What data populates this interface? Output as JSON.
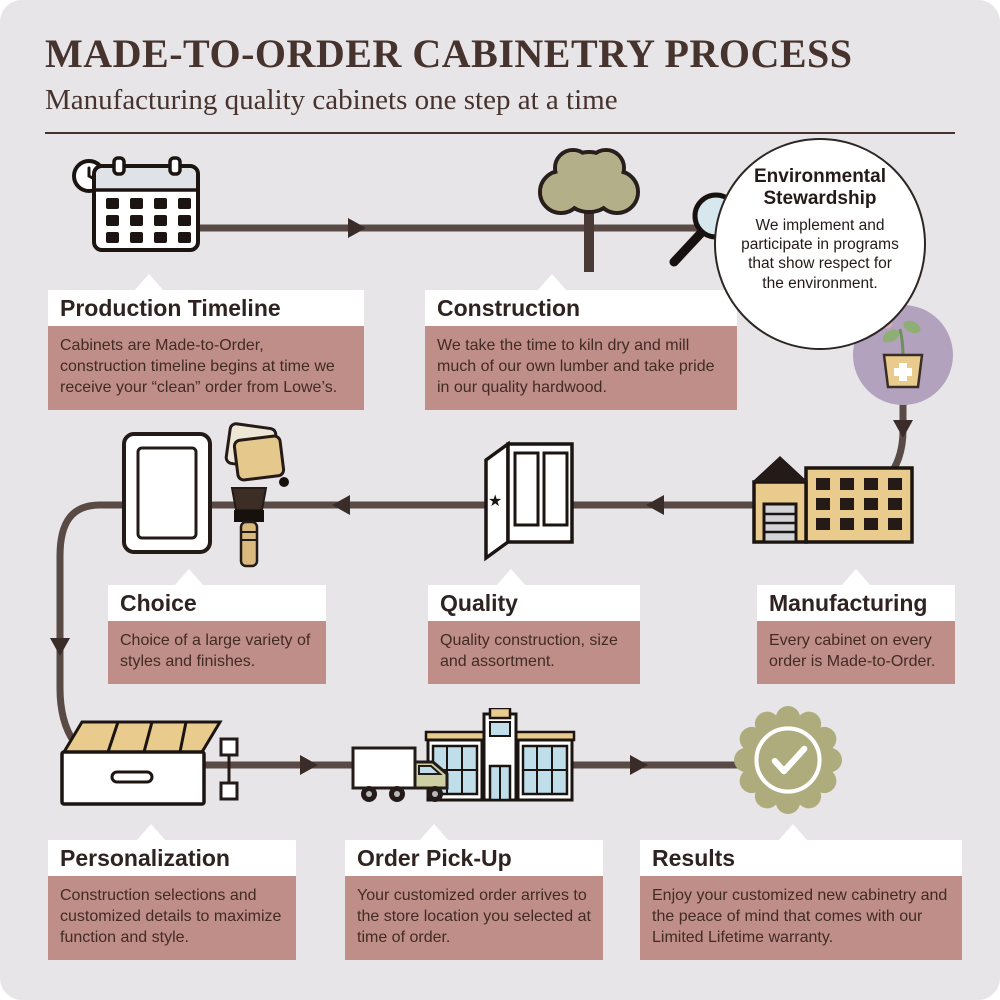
{
  "header": {
    "title": "MADE-TO-ORDER CABINETRY PROCESS",
    "subtitle": "Manufacturing quality cabinets one step at a time"
  },
  "bubble": {
    "title": "Environmental Stewardship",
    "description": "We implement and participate in programs that show respect for the environment."
  },
  "steps": [
    {
      "id": "production-timeline",
      "title": "Production Timeline",
      "description": "Cabinets are Made-to-Order, construction timeline begins at time we receive your “clean” order from Lowe’s."
    },
    {
      "id": "construction",
      "title": "Construction",
      "description": "We take the time to kiln dry and mill much of our own lumber and take pride in our quality hardwood."
    },
    {
      "id": "choice",
      "title": "Choice",
      "description": "Choice of a large variety of styles and finishes."
    },
    {
      "id": "quality",
      "title": "Quality",
      "description": "Quality construction, size and assortment."
    },
    {
      "id": "manufacturing",
      "title": "Manufacturing",
      "description": "Every cabinet on every order is Made-to-Order."
    },
    {
      "id": "personalization",
      "title": "Personalization",
      "description": "Construction selections and customized details to maximize function and style."
    },
    {
      "id": "order-pickup",
      "title": "Order Pick-Up",
      "description": "Your customized order arrives to the store location you selected at time of order."
    },
    {
      "id": "results",
      "title": "Results",
      "description": "Enjoy your customized new cabinetry and the peace of mind that comes with our Limited Lifetime warranty."
    }
  ],
  "icons": [
    "calendar-icon",
    "tree-icon",
    "magnifier-icon",
    "plant-box-icon",
    "factory-icon",
    "cabinet-icon",
    "door-swatches-brush-icon",
    "drawer-icon",
    "hinge-icon",
    "truck-icon",
    "store-icon",
    "check-badge-icon"
  ],
  "colors": {
    "background": "#e7e5e7",
    "heading": "#46332e",
    "path": "#594a46",
    "arrow": "#3a2c28",
    "panel_rose": "#bf8e89",
    "panel_title_bg": "#ffffff",
    "olive": "#b3b089",
    "badge_olive": "#aeab7c",
    "tan": "#e9cc8d",
    "purple": "#b2a2bd",
    "window_blue": "#bfdeea",
    "outline": "#1c1410"
  }
}
